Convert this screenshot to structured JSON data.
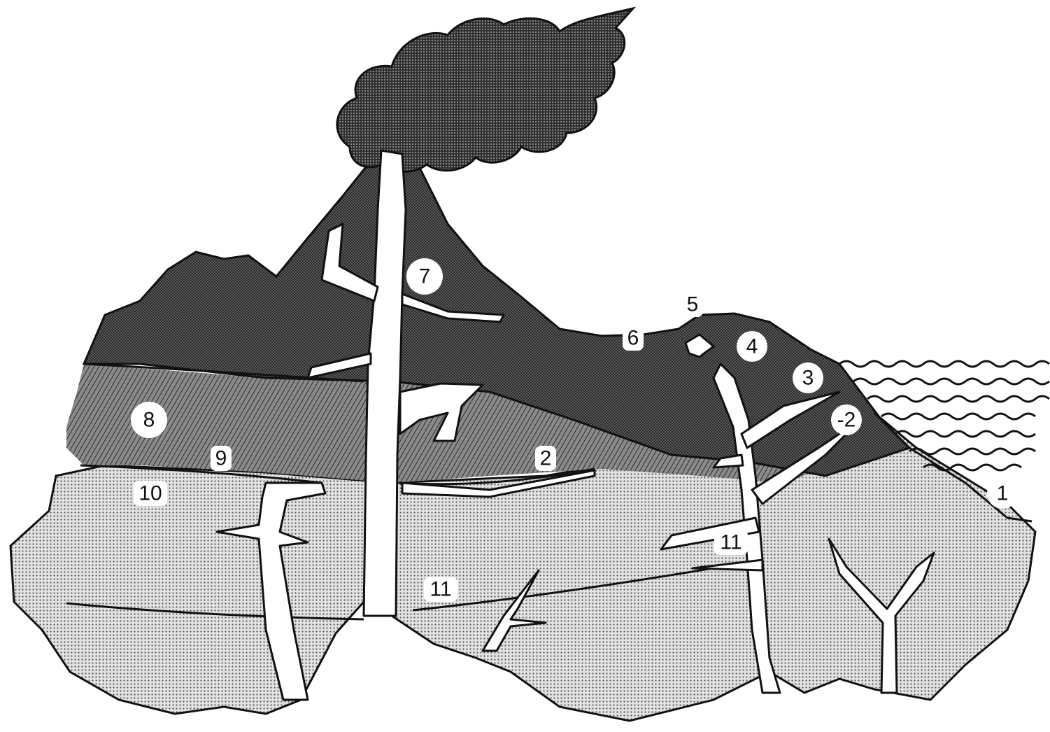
{
  "labels": [
    {
      "id": "l1",
      "text": "1"
    },
    {
      "id": "l2a",
      "text": "-2"
    },
    {
      "id": "l2b",
      "text": "2"
    },
    {
      "id": "l3",
      "text": "3"
    },
    {
      "id": "l4",
      "text": "4"
    },
    {
      "id": "l5",
      "text": "5"
    },
    {
      "id": "l6",
      "text": "6"
    },
    {
      "id": "l7",
      "text": "7"
    },
    {
      "id": "l8",
      "text": "8"
    },
    {
      "id": "l9",
      "text": "9"
    },
    {
      "id": "l10",
      "text": "10"
    },
    {
      "id": "l11a",
      "text": "11"
    },
    {
      "id": "l11b",
      "text": "11"
    }
  ],
  "colors": {
    "ink": "#111111",
    "plume": "#2a2a2a",
    "upper_crust": "#4a4a4a",
    "middle_crust": "#777777",
    "lower_crust": "#b5b5b5",
    "water": "#ffffff",
    "paper": "#ffffff"
  }
}
